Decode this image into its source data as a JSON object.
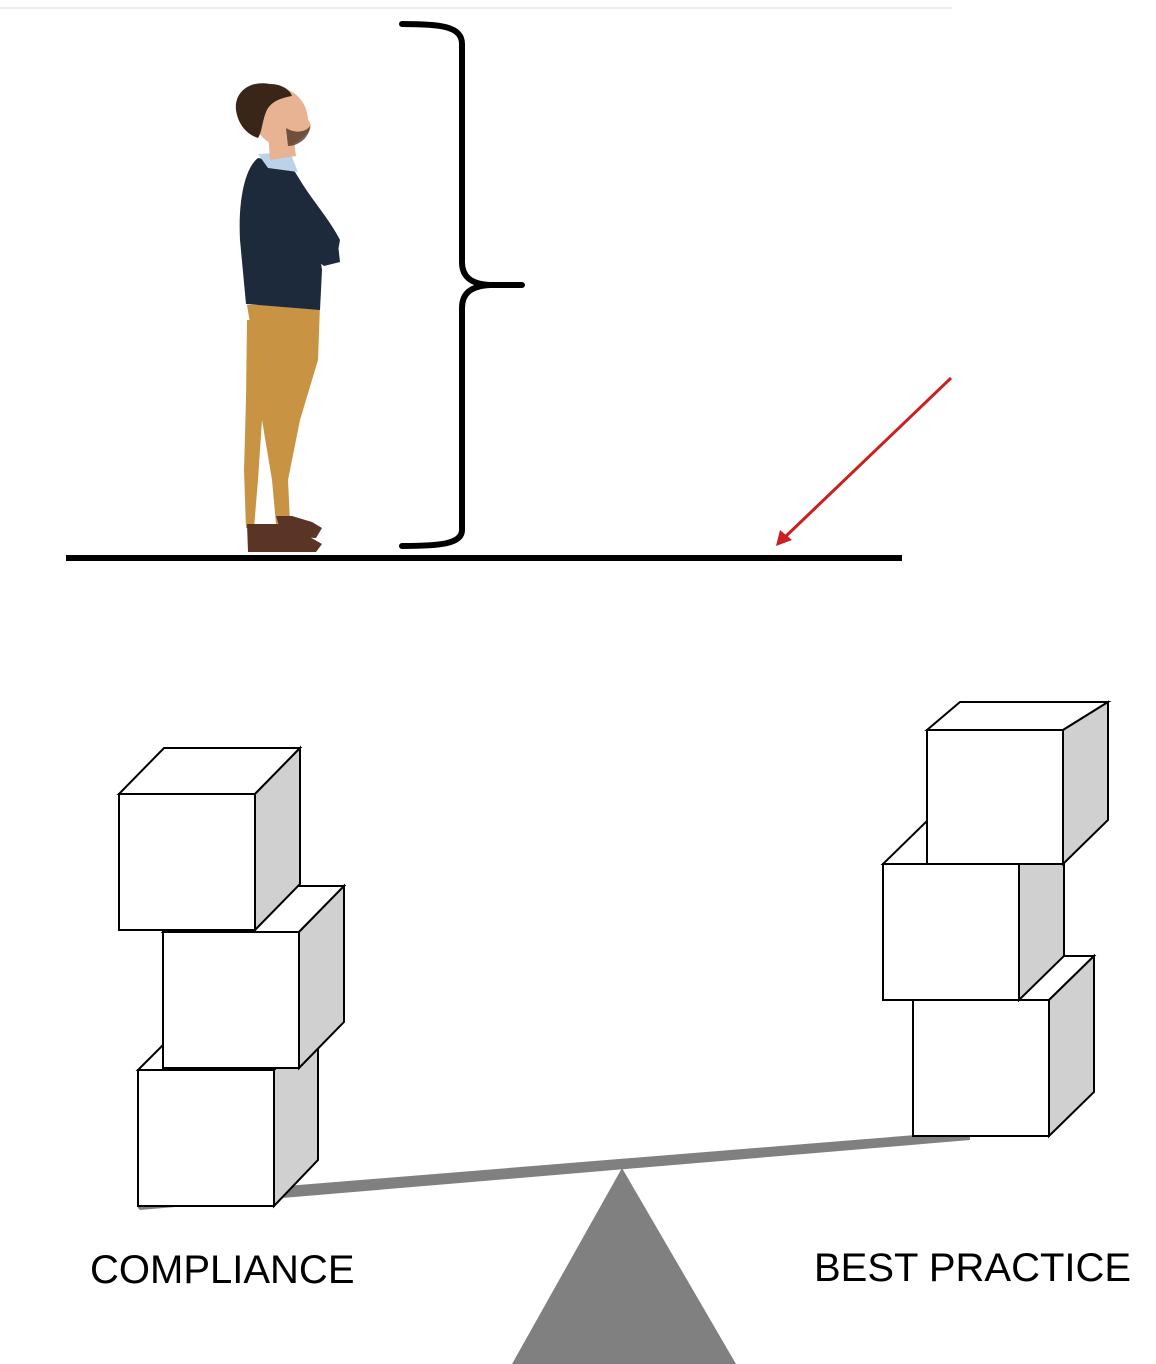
{
  "labels": {
    "left": "COMPLIANCE",
    "right": "BEST PRACTICE"
  },
  "colors": {
    "ink": "#000000",
    "arrow": "#cc1f1f",
    "beam": "#808080",
    "fulcrum": "#808080",
    "box_front": "#ffffff",
    "box_top": "#ffffff",
    "box_side": "#d0d0d0",
    "sweater": "#1d2a3c",
    "trousers": "#c89443",
    "shoes": "#5a3526",
    "skin": "#e7b392",
    "hair": "#3a2618",
    "collar": "#bcd2e8"
  },
  "icons": {
    "person": "standing-man-illustration",
    "brace": "curly-brace-icon",
    "arrow": "diagonal-arrow-icon",
    "fulcrum": "triangle-fulcrum-icon"
  },
  "stacks": {
    "left_box_count": 3,
    "right_box_count": 3
  }
}
